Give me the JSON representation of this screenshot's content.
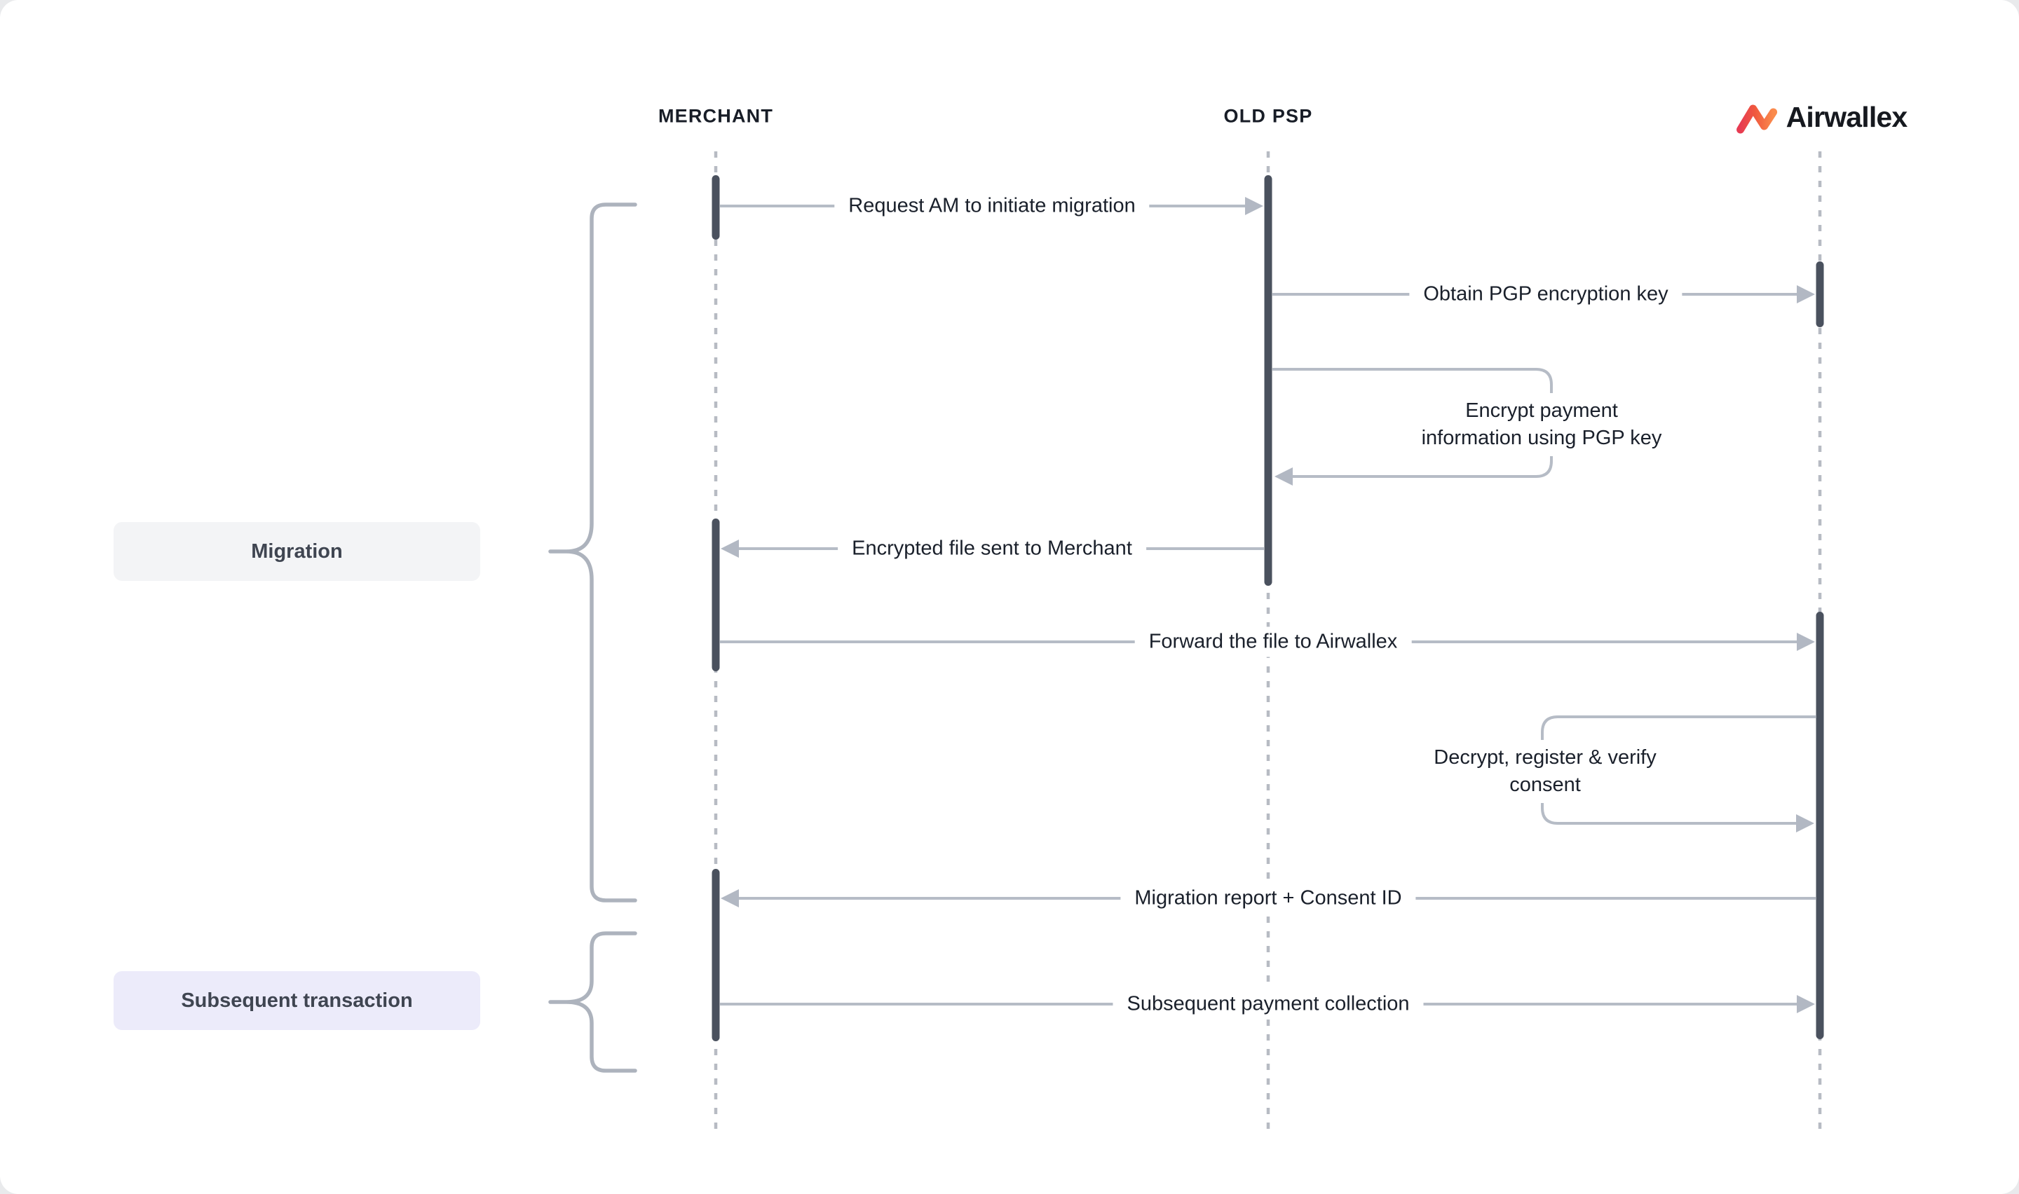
{
  "participants": {
    "merchant": {
      "label": "MERCHANT"
    },
    "old_psp": {
      "label": "OLD PSP"
    },
    "airwallex": {
      "brand": "Airwallex"
    }
  },
  "phases": {
    "migration": {
      "label": "Migration"
    },
    "subsequent": {
      "label": "Subsequent transaction"
    }
  },
  "messages": {
    "m1": {
      "text": "Request AM to initiate migration",
      "from": "MERCHANT",
      "to": "OLD PSP"
    },
    "m2": {
      "text": "Obtain PGP encryption key",
      "from": "OLD PSP",
      "to": "Airwallex"
    },
    "m3": {
      "line1": "Encrypt payment",
      "line2": "information using PGP key",
      "from": "OLD PSP",
      "to": "OLD PSP"
    },
    "m4": {
      "text": "Encrypted file sent to Merchant",
      "from": "OLD PSP",
      "to": "MERCHANT"
    },
    "m5": {
      "text": "Forward the file to Airwallex",
      "from": "MERCHANT",
      "to": "Airwallex"
    },
    "m6": {
      "line1": "Decrypt, register & verify",
      "line2": "consent",
      "from": "Airwallex",
      "to": "Airwallex"
    },
    "m7": {
      "text": "Migration report + Consent ID",
      "from": "Airwallex",
      "to": "MERCHANT"
    },
    "m8": {
      "text": "Subsequent payment collection",
      "from": "MERCHANT",
      "to": "Airwallex"
    }
  },
  "colors": {
    "logo_gradient_start": "#e73b52",
    "logo_gradient_mid": "#f05a3e",
    "logo_gradient_end": "#fa8b4d",
    "activation_bar": "#4a515e",
    "arrow_line": "#b6bcc6",
    "arrow_head": "#b2b8c3",
    "lifeline": "#b7bbc3",
    "brace": "#adb3bd",
    "message_text": "#1a202b",
    "phase_migration_bg": "#f3f4f6",
    "phase_subsequent_bg": "#ecebfa",
    "canvas_bg": "#ffffff",
    "page_bg": "#e9eaec"
  }
}
